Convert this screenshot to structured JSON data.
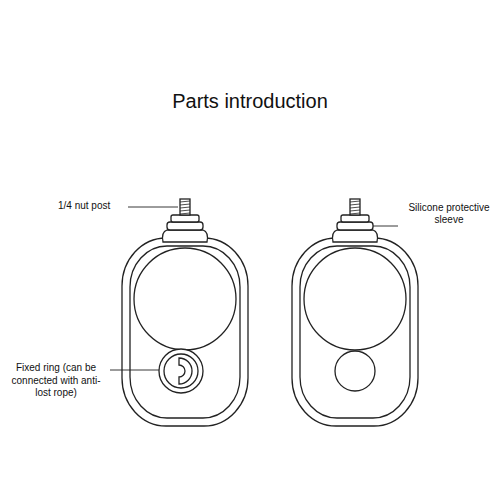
{
  "diagram": {
    "title": "Parts introduction",
    "labels": [
      "1/4 nut post",
      "Silicone protective sleeve",
      "Fixed ring (can be connected with anti-lost rope)"
    ]
  }
}
